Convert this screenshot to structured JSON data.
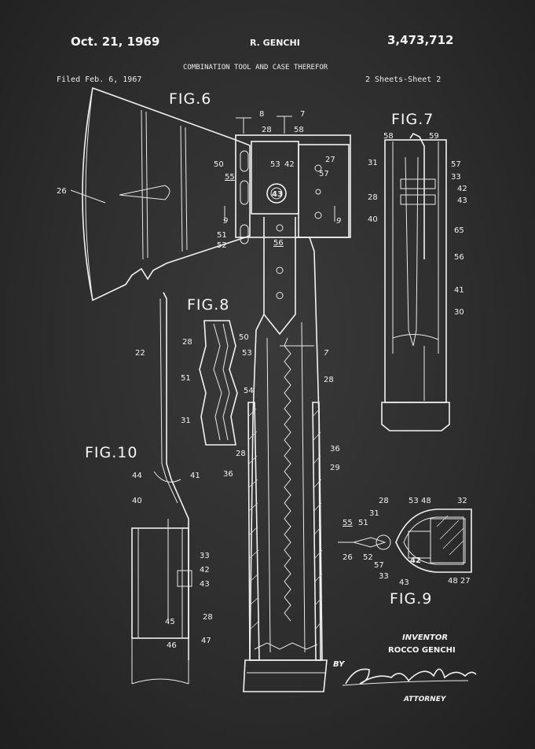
{
  "header": {
    "date": "Oct. 21, 1969",
    "inventor_name": "R. GENCHI",
    "patent_number": "3,473,712",
    "title": "COMBINATION TOOL AND CASE THEREFOR",
    "filed": "Filed Feb. 6, 1967",
    "sheets": "2 Sheets-Sheet 2"
  },
  "figures": {
    "fig6": "FIG.6",
    "fig7": "FIG.7",
    "fig8": "FIG.8",
    "fig9": "FIG.9",
    "fig10": "FIG.10"
  },
  "fig6_labels": {
    "n8": "8",
    "n7": "7",
    "n28": "28",
    "n58": "58",
    "n50": "50",
    "n53": "53",
    "n42": "42",
    "n27": "27",
    "n55": "55",
    "n57": "57",
    "n43": "43",
    "n26": "26",
    "n9a": "9",
    "n9b": "9",
    "n51": "51",
    "n52": "52",
    "n56": "56",
    "n7b": "7",
    "n28b": "28",
    "n36a": "36",
    "n36b": "36",
    "n29": "29"
  },
  "fig7_labels": {
    "n58": "58",
    "n59": "59",
    "n31": "31",
    "n57": "57",
    "n33": "33",
    "n42": "42",
    "n28": "28",
    "n43": "43",
    "n40": "40",
    "n65": "65",
    "n56": "56",
    "n41": "41",
    "n30": "30"
  },
  "fig8_labels": {
    "n28": "28",
    "n50": "50",
    "n53": "53",
    "n51": "51",
    "n54": "54",
    "n31": "31",
    "n28b": "28"
  },
  "fig9_labels": {
    "n28": "28",
    "n53": "53",
    "n48": "48",
    "n32": "32",
    "n55": "55",
    "n51": "51",
    "n31": "31",
    "n26": "26",
    "n52": "52",
    "n57": "57",
    "n42": "42",
    "n33": "33",
    "n43": "43",
    "n4827": "48 27"
  },
  "fig10_labels": {
    "n22": "22",
    "n44": "44",
    "n41": "41",
    "n40": "40",
    "n33": "33",
    "n42": "42",
    "n43": "43",
    "n28": "28",
    "n45": "45",
    "n46": "46",
    "n47": "47"
  },
  "footer": {
    "inventor_caption": "INVENTOR",
    "inventor_full": "ROCCO GENCHI",
    "by": "BY",
    "attorney_caption": "ATTORNEY",
    "signature": "Leonard L. Brown"
  },
  "colors": {
    "background": "#2d2d2d",
    "ink": "#f2f2f2"
  }
}
